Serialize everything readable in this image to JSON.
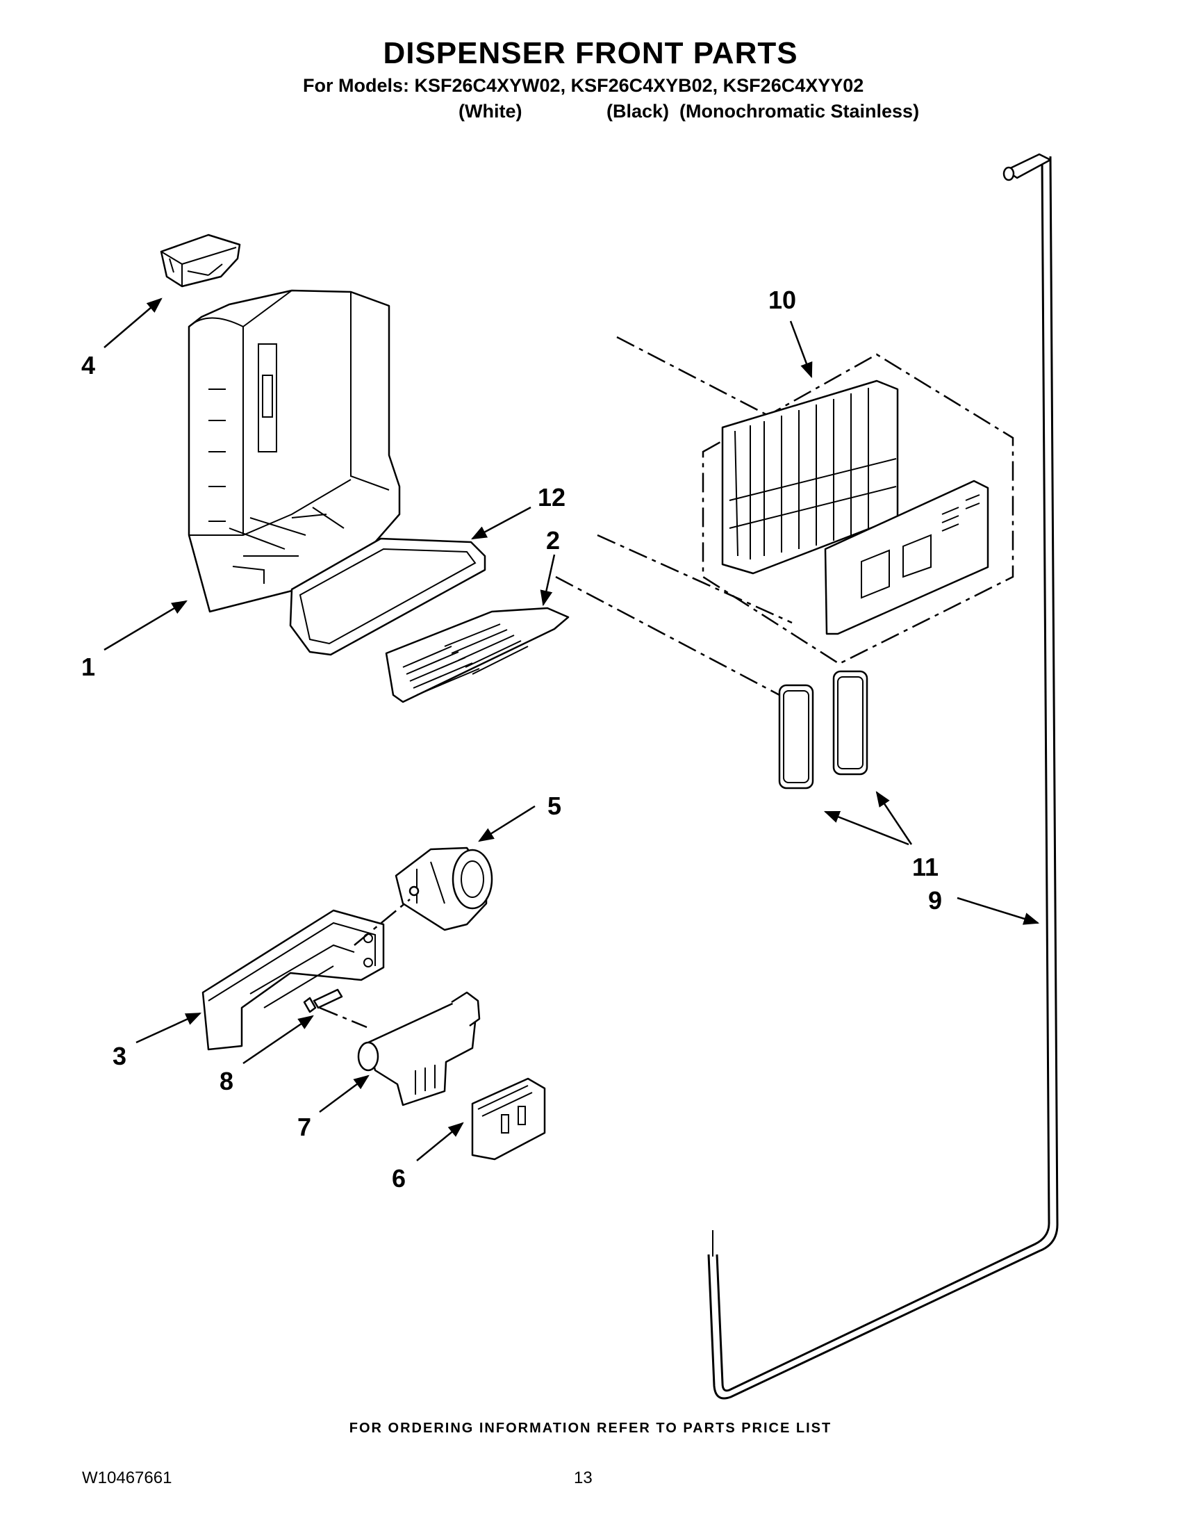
{
  "title": "DISPENSER FRONT PARTS",
  "models_line": "For Models: KSF26C4XYW02, KSF26C4XYB02, KSF26C4XYY02",
  "variants": [
    "(White)",
    "(Black)",
    "(Monochromatic Stainless)"
  ],
  "callouts": {
    "c1": "1",
    "c2": "2",
    "c3": "3",
    "c4": "4",
    "c5": "5",
    "c6": "6",
    "c7": "7",
    "c8": "8",
    "c9": "9",
    "c10": "10",
    "c11": "11",
    "c12": "12"
  },
  "footer_note": "FOR ORDERING INFORMATION REFER TO PARTS PRICE LIST",
  "doc_number": "W10467661",
  "page_number": "13"
}
